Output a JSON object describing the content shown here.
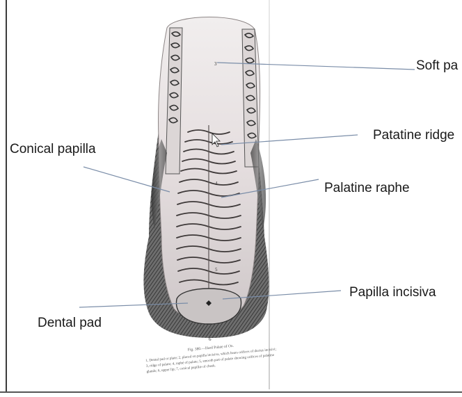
{
  "labels": {
    "soft_palate": "Soft pa",
    "palatine_ridge": "Patatine ridge",
    "conical_papilla": "Conical papilla",
    "palatine_raphe": "Palatine raphe",
    "papilla_incisiva": "Papilla incisiva",
    "dental_pad": "Dental pad"
  },
  "figure_numbers": {
    "n3": "3",
    "n4": "4",
    "n5": "5",
    "n6": "6"
  },
  "caption": {
    "title": "Fig. 380.—Hard Palate of Ox.",
    "body": "1, Dental pad or plate; 2, placed on papilla incisiva, which bears orifices of ductus incisivi; 3, ridge of palate; 4, raphé of palate; 5, smooth part of palate showing orifices of palatine glands; 6, upper lip; 7, conical papillæ of cheek."
  }
}
